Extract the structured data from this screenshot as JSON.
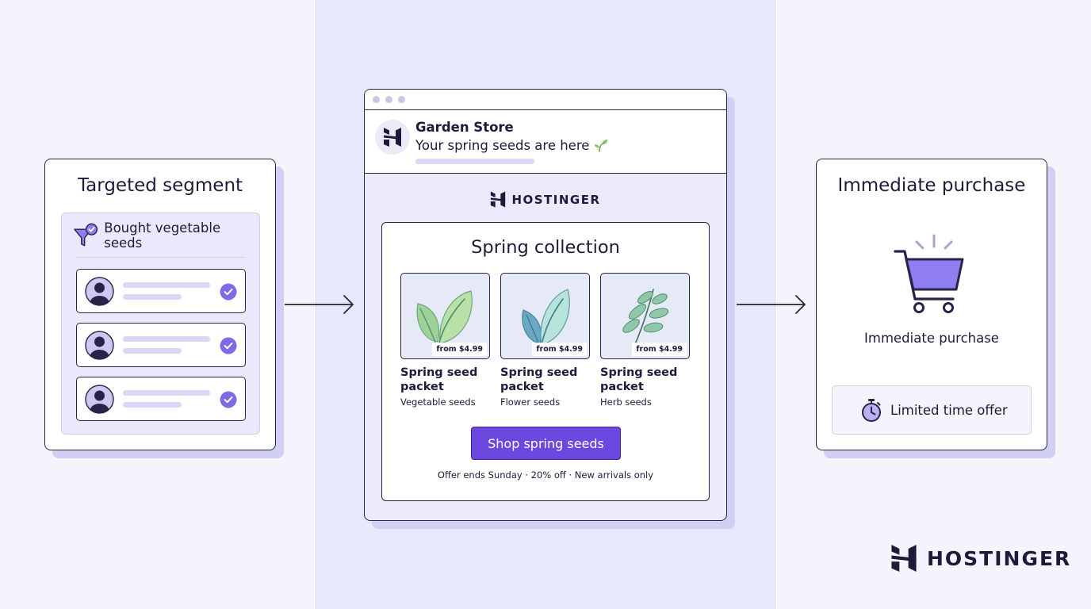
{
  "segment": {
    "title": "Targeted segment",
    "filter_label": "Bought vegetable seeds",
    "filter_icon": "filter-check-icon",
    "members": [
      {
        "avatar_icon": "user-avatar-icon",
        "checked": true
      },
      {
        "avatar_icon": "user-avatar-icon",
        "checked": true
      },
      {
        "avatar_icon": "user-avatar-icon",
        "checked": true
      }
    ]
  },
  "email": {
    "sender": "Garden Store",
    "subject": "Your spring seeds are here",
    "subject_icon": "sprout-icon",
    "brand": "HOSTINGER",
    "promo_title": "Spring collection",
    "products": [
      {
        "name": "Spring seed packet",
        "category": "Vegetable seeds",
        "price": "from $4.99",
        "icon": "vegetable-leaf-icon"
      },
      {
        "name": "Spring seed packet",
        "category": "Flower seeds",
        "price": "from $4.99",
        "icon": "flower-leaf-icon"
      },
      {
        "name": "Spring seed packet",
        "category": "Herb seeds",
        "price": "from $4.99",
        "icon": "herb-sprig-icon"
      }
    ],
    "cta_label": "Shop spring seeds",
    "fine_print": "Offer ends Sunday · 20% off · New arrivals only"
  },
  "purchase": {
    "title": "Immediate purchase",
    "label": "Immediate purchase",
    "cart_icon": "shopping-cart-icon",
    "offer_label": "Limited time offer",
    "offer_icon": "stopwatch-icon"
  },
  "brand_logo": {
    "text": "HOSTINGER"
  },
  "colors": {
    "accent": "#6c47e0",
    "ink": "#1d1b3a",
    "card_shadow": "#d1cff3",
    "center_band": "#e7e8f9",
    "background": "#f3f4fc"
  }
}
